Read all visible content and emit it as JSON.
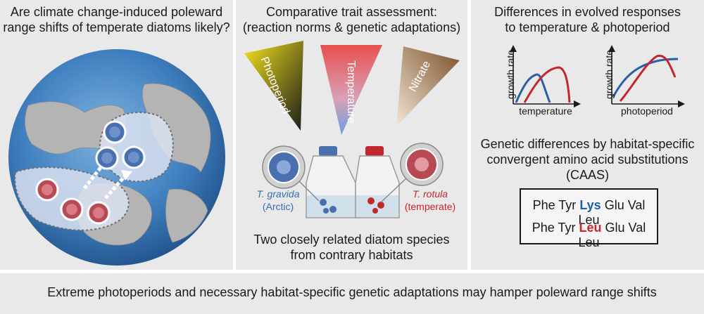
{
  "panel1": {
    "title_line1": "Are climate change-induced poleward",
    "title_line2": "range shifts of temperate diatoms likely?"
  },
  "panel2": {
    "title_line1": "Comparative trait assessment:",
    "title_line2": "(reaction norms & genetic adaptations)",
    "gradients": [
      "Photoperiod",
      "Temperature",
      "Nitrate"
    ],
    "species_left_name": "T. gravida",
    "species_left_habitat": "(Arctic)",
    "species_right_name": "T. rotula",
    "species_right_habitat": "(temperate)",
    "caption_line1": "Two closely related diatom species",
    "caption_line2": "from contrary habitats",
    "colors": {
      "arctic": "#2f6fb3",
      "temperate": "#c4262e"
    }
  },
  "panel3": {
    "title_line1": "Differences in evolved responses",
    "title_line2": "to temperature & photoperiod",
    "plot_left": {
      "ylabel": "growth rate",
      "xlabel": "temperature"
    },
    "plot_right": {
      "ylabel": "growth rate",
      "xlabel": "photoperiod"
    },
    "genetic_line1": "Genetic differences by habitat-specific",
    "genetic_line2": "convergent amino acid substitutions",
    "genetic_line3": "(CAAS)",
    "seq1": {
      "pre": "Phe Tyr",
      "sub": "Lys",
      "post": "Glu Val Leu"
    },
    "seq2": {
      "pre": "Phe Tyr",
      "sub": "Leu",
      "post": "Glu Val Leu"
    }
  },
  "bottom": {
    "text": "Extreme photoperiods and necessary habitat-specific genetic adaptations may hamper poleward range shifts"
  }
}
